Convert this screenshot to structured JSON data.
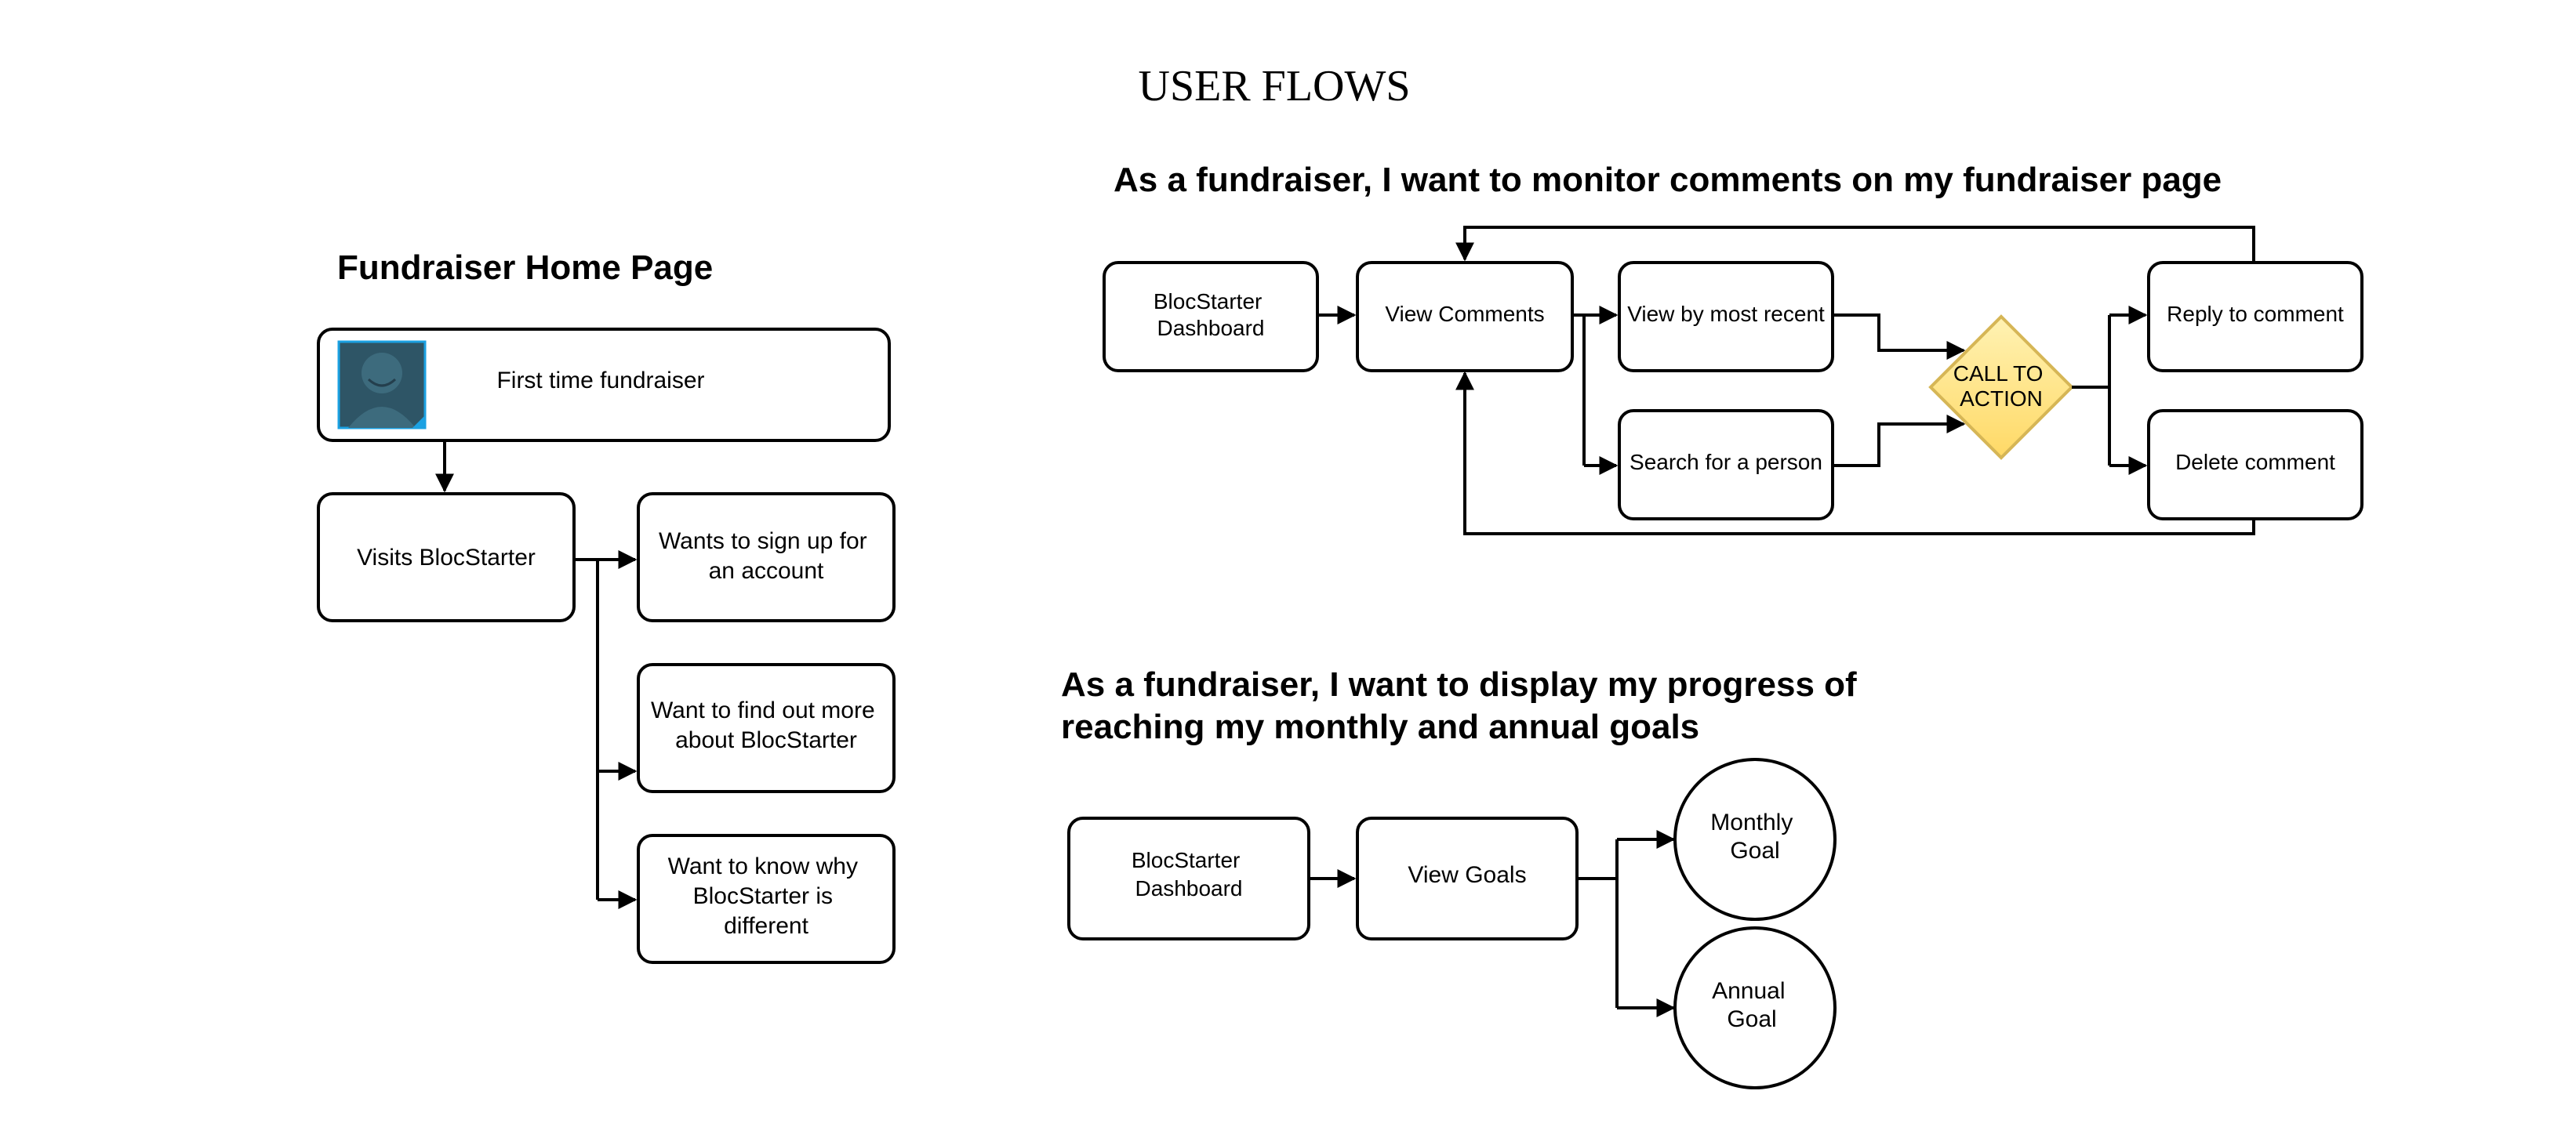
{
  "page_title": "USER FLOWS",
  "section_home": {
    "title": "Fundraiser Home Page",
    "persona": "First time fundraiser",
    "visits": "Visits BlocStarter",
    "option_signup": [
      "Wants to sign up for",
      "an account"
    ],
    "option_learn": [
      "Want to find out more",
      "about BlocStarter"
    ],
    "option_diff": [
      "Want to know why",
      "BlocStarter is",
      "different"
    ]
  },
  "section_comments": {
    "title": "As a fundraiser, I want to monitor comments on my fundraiser page",
    "dashboard": [
      "BlocStarter",
      "Dashboard"
    ],
    "view_comments": "View Comments",
    "view_recent": "View by most recent",
    "search_person": "Search for a person",
    "cta": [
      "CALL TO",
      "ACTION"
    ],
    "reply": "Reply to comment",
    "delete": "Delete comment"
  },
  "section_goals": {
    "title_lines": [
      "As a fundraiser, I want to display my progress of",
      "reaching my monthly and annual goals"
    ],
    "dashboard": [
      "BlocStarter",
      "Dashboard"
    ],
    "view_goals": "View Goals",
    "monthly": [
      "Monthly",
      "Goal"
    ],
    "annual": [
      "Annual",
      "Goal"
    ]
  },
  "colors": {
    "cta_fill": "#FFD966",
    "cta_stroke": "#D6B656",
    "avatar_fill": "#2E5566",
    "avatar_accent": "#1BA1E2"
  },
  "icons": {
    "persona": "user-avatar-icon"
  }
}
